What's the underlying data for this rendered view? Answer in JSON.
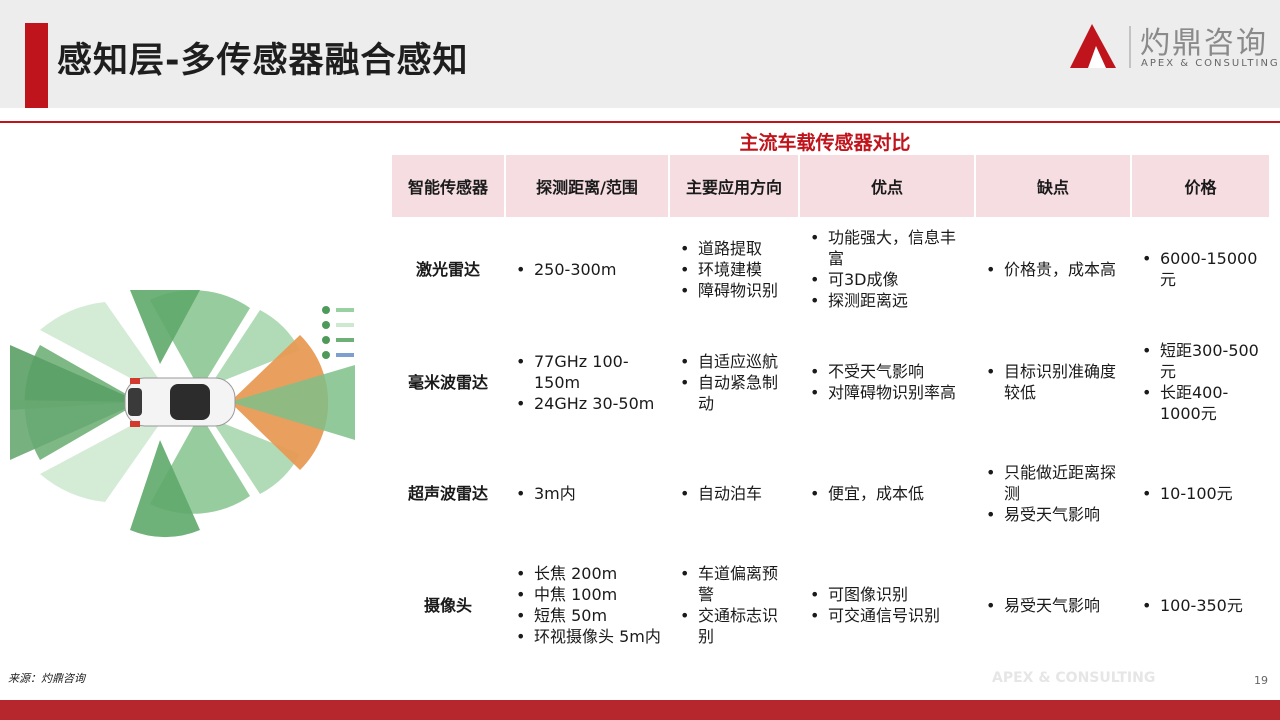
{
  "slide": {
    "title": "感知层-多传感器融合感知",
    "table_title": "主流车载传感器对比",
    "source": "来源：灼鼎咨询",
    "watermark": "APEX & CONSULTING",
    "page_number": "19"
  },
  "logo": {
    "name_cn": "灼鼎咨询",
    "name_en": "APEX & CONSULTING"
  },
  "colors": {
    "accent_red": "#c0141c",
    "header_pink": "#f5dde2",
    "footer_red": "#b5272d"
  },
  "table": {
    "headers": [
      "智能传感器",
      "探测距离/范围",
      "主要应用方向",
      "优点",
      "缺点",
      "价格"
    ],
    "rows": [
      {
        "name": "激光雷达",
        "range": [
          "250-300m"
        ],
        "applications": [
          "道路提取",
          "环境建模",
          "障碍物识别"
        ],
        "pros": [
          "功能强大，信息丰富",
          "可3D成像",
          "探测距离远"
        ],
        "cons": [
          "价格贵，成本高"
        ],
        "price": [
          "6000-15000元"
        ]
      },
      {
        "name": "毫米波雷达",
        "range": [
          "77GHz 100-150m",
          "24GHz 30-50m"
        ],
        "applications": [
          "自适应巡航",
          "自动紧急制动"
        ],
        "pros": [
          "不受天气影响",
          "对障碍物识别率高"
        ],
        "cons": [
          "目标识别准确度较低"
        ],
        "price": [
          "短距300-500元",
          "长距400-1000元"
        ]
      },
      {
        "name": "超声波雷达",
        "range": [
          "3m内"
        ],
        "applications": [
          "自动泊车"
        ],
        "pros": [
          "便宜，成本低"
        ],
        "cons": [
          "只能做近距离探测",
          "易受天气影响"
        ],
        "price": [
          "10-100元"
        ]
      },
      {
        "name": "摄像头",
        "range": [
          "长焦 200m",
          "中焦 100m",
          "短焦 50m",
          "环视摄像头 5m内"
        ],
        "applications": [
          "车道偏离预警",
          "交通标志识别"
        ],
        "pros": [
          "可图像识别",
          "可交通信号识别"
        ],
        "cons": [
          "易受天气影响"
        ],
        "price": [
          "100-350元"
        ]
      }
    ]
  }
}
